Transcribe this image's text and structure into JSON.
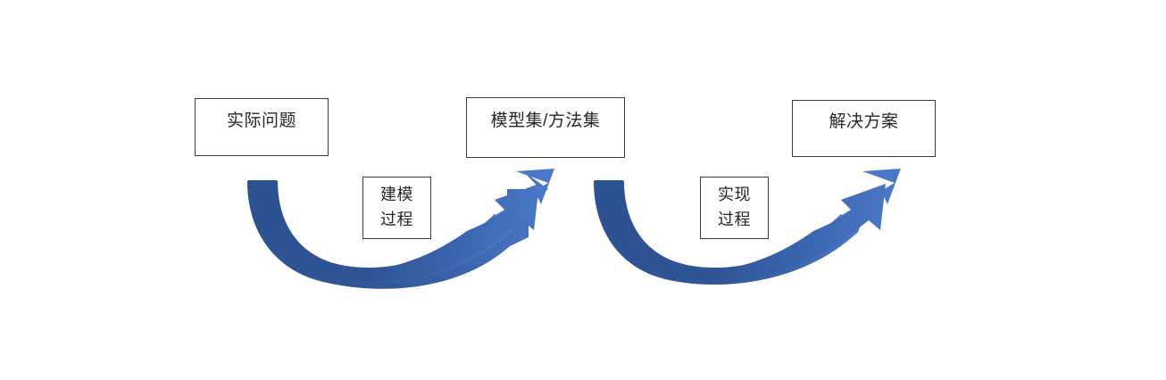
{
  "diagram": {
    "title_nodes": [
      {
        "id": "problem",
        "label": "实际问题"
      },
      {
        "id": "model-set",
        "label": "模型集/方法集"
      },
      {
        "id": "solution",
        "label": "解决方案"
      }
    ],
    "process_labels": [
      {
        "id": "modeling",
        "line1": "建模",
        "line2": "过程"
      },
      {
        "id": "implementation",
        "line1": "实现",
        "line2": "过程"
      }
    ],
    "arrows": [
      {
        "id": "arrow-modeling",
        "from": "problem",
        "to": "model-set",
        "shape": "curved-u-arrow",
        "direction": "left-to-right-up"
      },
      {
        "id": "arrow-implementation",
        "from": "model-set",
        "to": "solution",
        "shape": "curved-u-arrow",
        "direction": "left-to-right-up"
      }
    ],
    "colors": {
      "arrow_dark": "#2E5395",
      "arrow_light": "#4472C4",
      "box_border": "#3b3b3b",
      "text": "#262626",
      "background": "#ffffff"
    }
  }
}
